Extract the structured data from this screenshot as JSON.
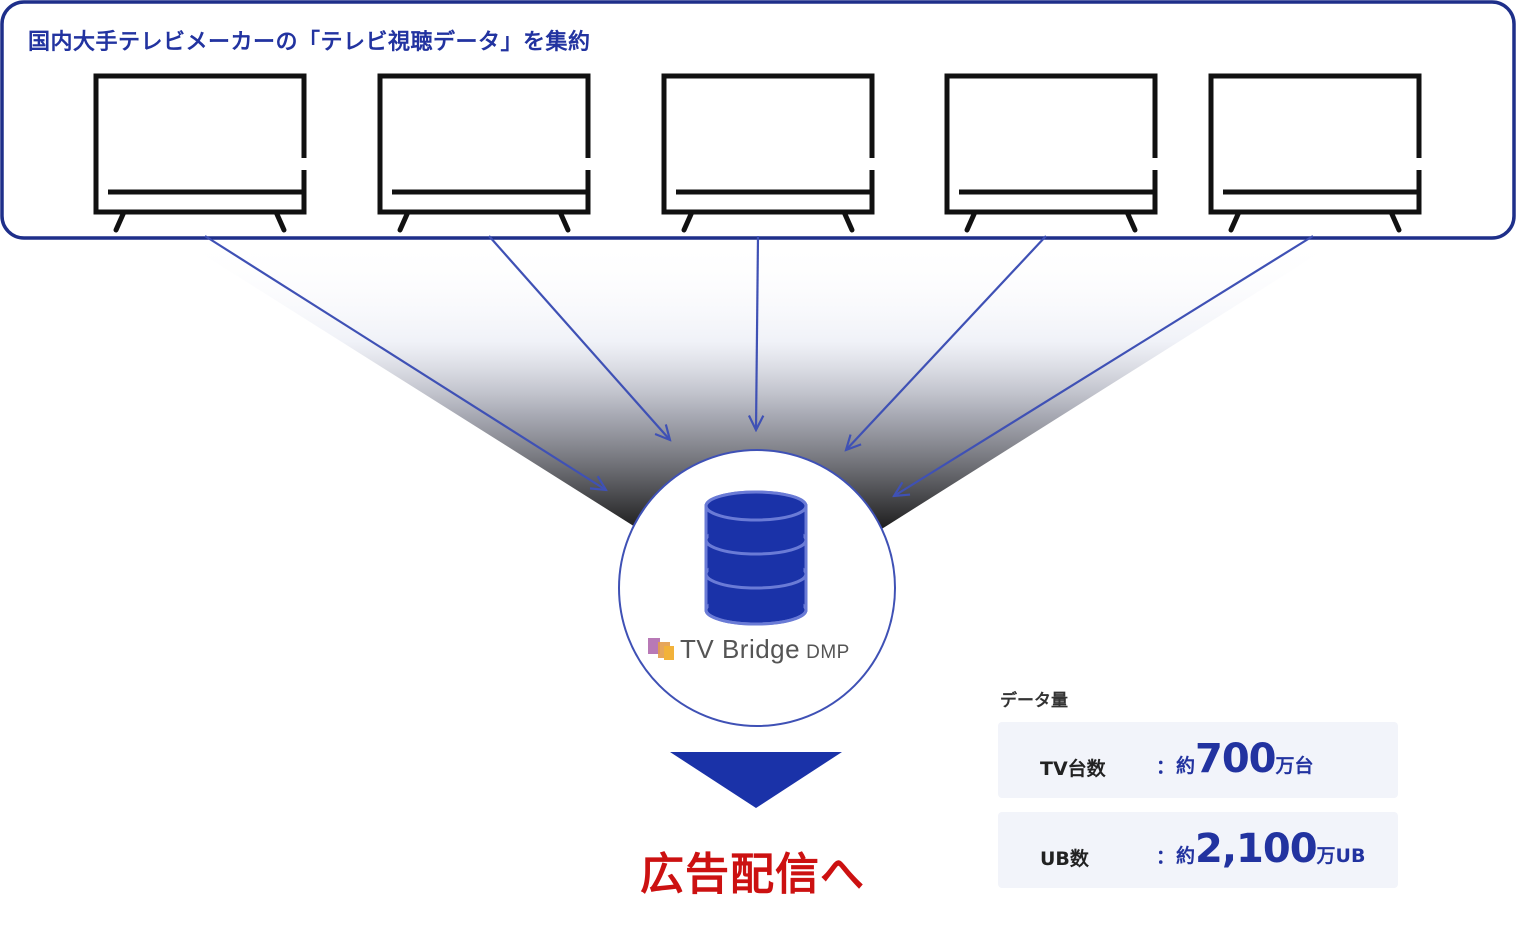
{
  "header": {
    "title": "国内大手テレビメーカーの「テレビ視聴データ」を集約"
  },
  "tv_count_icons": 5,
  "hub": {
    "icon": "database-icon",
    "logo_main": "TV Bridge",
    "logo_sub": "DMP"
  },
  "cta": {
    "label": "広告配信へ"
  },
  "stats": {
    "label": "データ量",
    "rows": [
      {
        "name": "TV台数",
        "colon": "：",
        "prefix": "約",
        "number": "700",
        "suffix": "万台"
      },
      {
        "name": "UB数",
        "colon": "：",
        "prefix": "約",
        "number": "2,100",
        "suffix": "万UB"
      }
    ]
  },
  "colors": {
    "accent_blue": "#2233a0",
    "arrow_blue": "#3f51b5",
    "cta_red": "#cc1111",
    "db_blue": "#1a32a8",
    "stat_bg": "#f2f4fa"
  }
}
